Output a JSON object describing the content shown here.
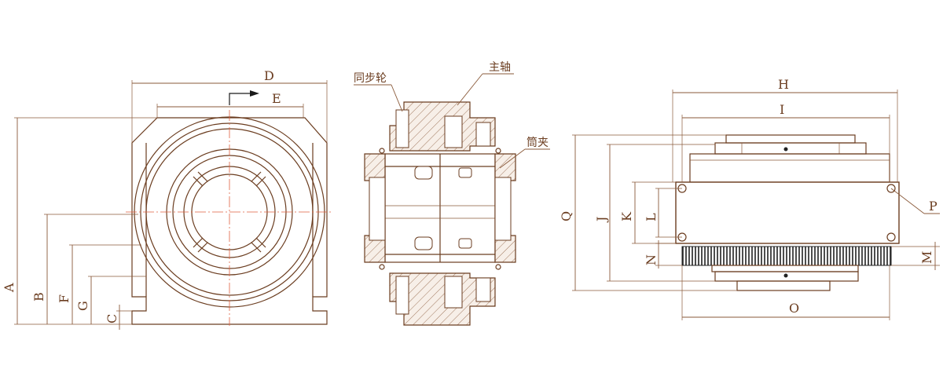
{
  "labels": {
    "dim_A": "A",
    "dim_B": "B",
    "dim_C": "C",
    "dim_D": "D",
    "dim_E": "E",
    "dim_F": "F",
    "dim_G": "G",
    "dim_H": "H",
    "dim_I": "I",
    "dim_J": "J",
    "dim_K": "K",
    "dim_L": "L",
    "dim_M": "M",
    "dim_N": "N",
    "dim_O": "O",
    "dim_P": "P",
    "dim_Q": "Q"
  },
  "callouts": {
    "sync_wheel": "同步轮",
    "spindle": "主轴",
    "collet": "筒夹"
  },
  "colors": {
    "line": "#6b3d20",
    "dimension": "#8a5a3a",
    "centerline": "#e06040",
    "arrow_fill": "#1a1a1a"
  }
}
